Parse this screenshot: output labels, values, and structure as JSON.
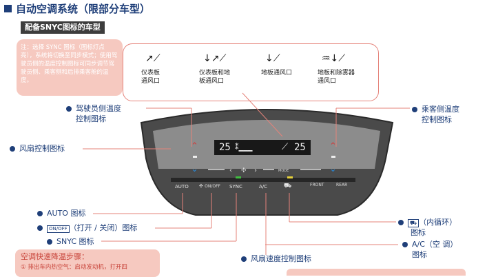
{
  "header": {
    "title": "自动空调系统（限部分车型）",
    "subtitle": "配备SNYC图标的车型"
  },
  "note": {
    "text": "注：选择 SYNC 图标（图标灯点亮），系统将切换至同步模式；使用驾驶员侧的温度控制图标可同步调节驾驶员侧、乘客侧和后排乘客舱的温度。"
  },
  "modes": [
    {
      "icon": "vent-face-icon",
      "glyph": "↗⟋",
      "label_line1": "仪表板",
      "label_line2": "通风口"
    },
    {
      "icon": "vent-face-floor-icon",
      "glyph": "↓↗⟋",
      "label_line1": "仪表板和地",
      "label_line2": "板通风口"
    },
    {
      "icon": "vent-floor-icon",
      "glyph": "↓⟋",
      "label_line1": "地板通风口",
      "label_line2": ""
    },
    {
      "icon": "vent-floor-defrost-icon",
      "glyph": "♒↓⟋",
      "label_line1": "地板和除雾器",
      "label_line2": "通风口"
    }
  ],
  "callouts": {
    "driver_temp_line1": "驾驶员侧温度",
    "driver_temp_line2": "控制图标",
    "passenger_temp_line1": "乘客侧温度",
    "passenger_temp_line2": "控制图标",
    "fan_control": "风扇控制图标",
    "auto_icon": "AUTO 图标",
    "onoff_text": "（打开 / 关闭）图标",
    "onoff_badge": "ON/OFF",
    "sync_icon": "SNYC 图标",
    "fan_speed": "风扇速度控制图标",
    "recirc_text": "（内循环）",
    "recirc_text2": "图标",
    "ac_line1": "A/C（空 调）",
    "ac_line2": "图标"
  },
  "panel": {
    "temp_left": "25",
    "temp_right": "25",
    "fan_glyph": "⁑▁▁▁",
    "buttons": {
      "auto": "AUTO",
      "onoff": "ON/OFF",
      "sync": "SYNC",
      "ac": "A/C",
      "front": "FRONT",
      "rear": "REAR",
      "mode": "MODE"
    }
  },
  "bottom": {
    "title": "空调快速降温步骤：",
    "step1": "① 排出车内热空气：启动发动机，打开四"
  },
  "colors": {
    "accent_blue": "#1f3f79",
    "note_pink": "#f6c9c0",
    "border_red": "#e5837a"
  }
}
